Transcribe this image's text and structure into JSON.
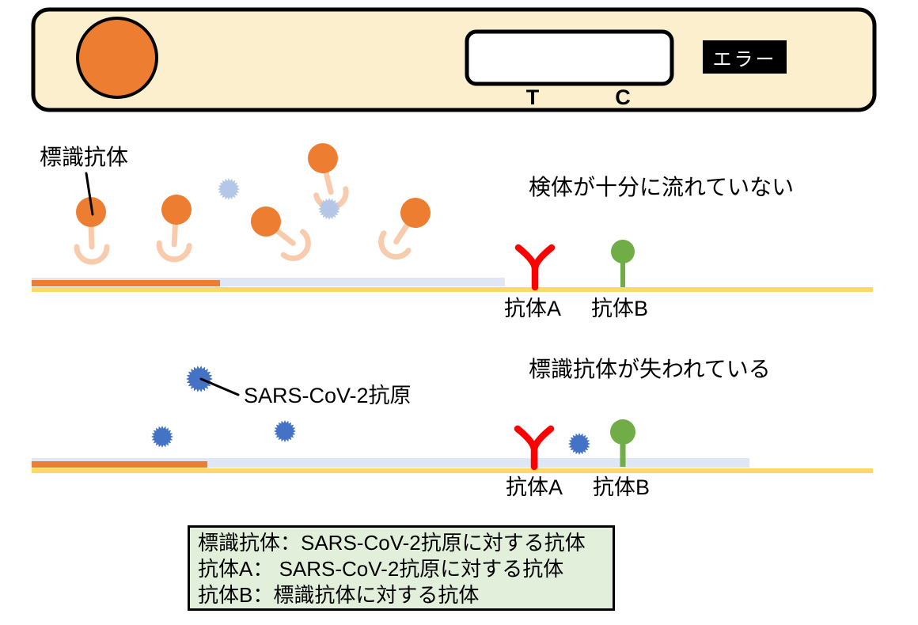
{
  "device": {
    "error_label": "エラー",
    "t_label": "T",
    "c_label": "C"
  },
  "scenario1": {
    "caption": "検体が十分に流れていない",
    "labeled_antibody_label": "標識抗体",
    "antibody_a_label": "抗体A",
    "antibody_b_label": "抗体B"
  },
  "scenario2": {
    "caption": "標識抗体が失われている",
    "antigen_label": "SARS-CoV-2抗原",
    "antibody_a_label": "抗体A",
    "antibody_b_label": "抗体B"
  },
  "legend": {
    "lines": [
      "標識抗体：SARS-CoV-2抗原に対する抗体",
      "抗体A： SARS-CoV-2抗原に対する抗体",
      "抗体B：標識抗体に対する抗体"
    ]
  },
  "colors": {
    "cassette_bg": "#FBEFCE",
    "orange": "#ED7D31",
    "peach": "#F8CBAD",
    "light_blue": "#B4C7E7",
    "blue": "#4472C4",
    "red": "#FF0000",
    "green": "#70AD47",
    "yellow": "#FFD966",
    "strip_blue": "#DEE7F3",
    "legend_bg": "#E2EFDA"
  }
}
